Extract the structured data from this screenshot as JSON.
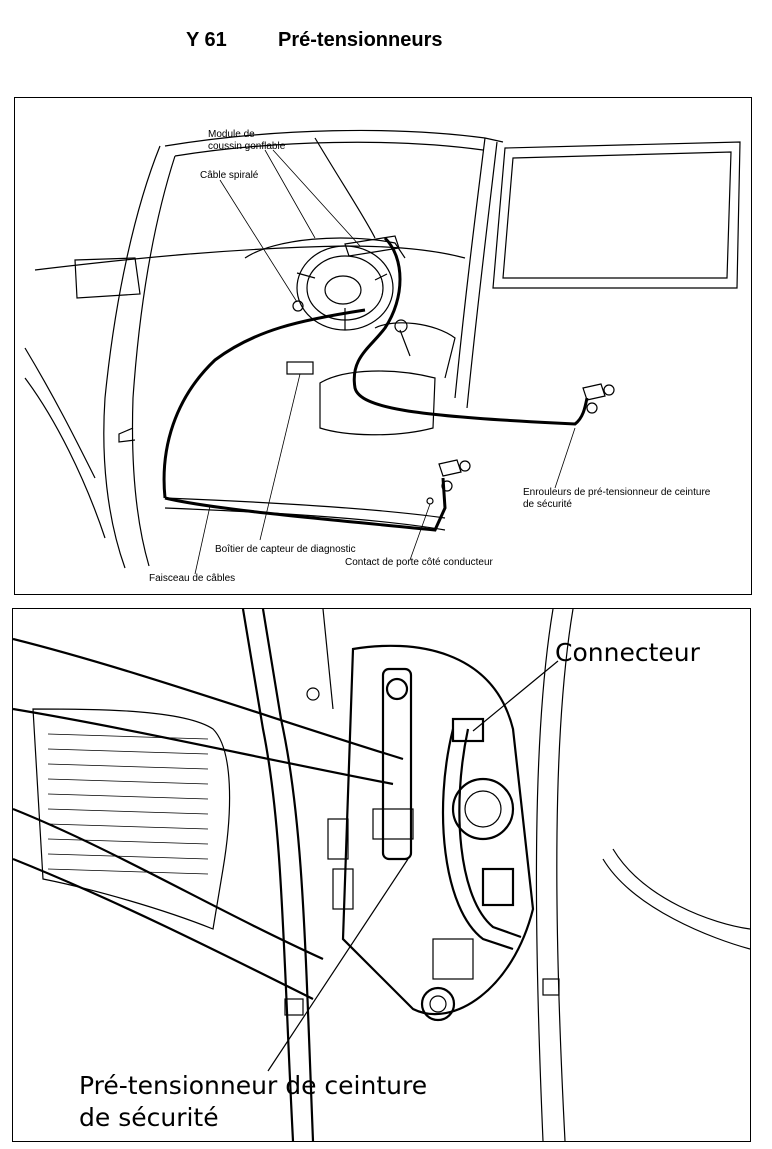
{
  "header": {
    "code": "Y 61",
    "title": "Pré-tensionneurs"
  },
  "diagram_top": {
    "labels": {
      "airbag_module": "Module de\ncoussin gonflable",
      "spiral_cable": "Câble spiralé",
      "seatbelt_retractors": "Enrouleurs de pré-tensionneur de ceinture\nde sécurité",
      "diagnostic_box": "Boîtier de capteur de diagnostic",
      "door_switch": "Contact de porte côté conducteur",
      "harness": "Faisceau de câbles"
    }
  },
  "diagram_bottom": {
    "labels": {
      "connector": "Connecteur",
      "pretensioner": "Pré-tensionneur de ceinture\nde sécurité"
    }
  }
}
